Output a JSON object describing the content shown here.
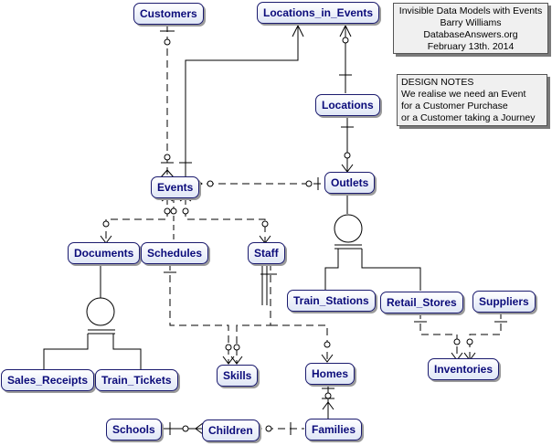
{
  "info_note": {
    "line1": "Invisible Data Models with Events",
    "line2": "Barry Williams",
    "line3": "DatabaseAnswers.org",
    "line4": "February 13th. 2014"
  },
  "design_note": {
    "heading": "DESIGN NOTES",
    "line1": "We realise we need an Event",
    "line2": "for a Customer Purchase",
    "line3": "or a Customer taking a Journey"
  },
  "entities": {
    "customers": "Customers",
    "locations_in_events": "Locations_in_Events",
    "locations": "Locations",
    "events": "Events",
    "outlets": "Outlets",
    "documents": "Documents",
    "schedules": "Schedules",
    "staff": "Staff",
    "train_stations": "Train_Stations",
    "retail_stores": "Retail_Stores",
    "suppliers": "Suppliers",
    "sales_receipts": "Sales_Receipts",
    "train_tickets": "Train_Tickets",
    "skills": "Skills",
    "homes": "Homes",
    "inventories": "Inventories",
    "schools": "Schools",
    "children": "Children",
    "families": "Families"
  },
  "colors": {
    "entity_border": "#1a1a6e",
    "entity_text": "#0b0b7a",
    "line": "#000000",
    "note_fill": "#f0f0f0"
  }
}
